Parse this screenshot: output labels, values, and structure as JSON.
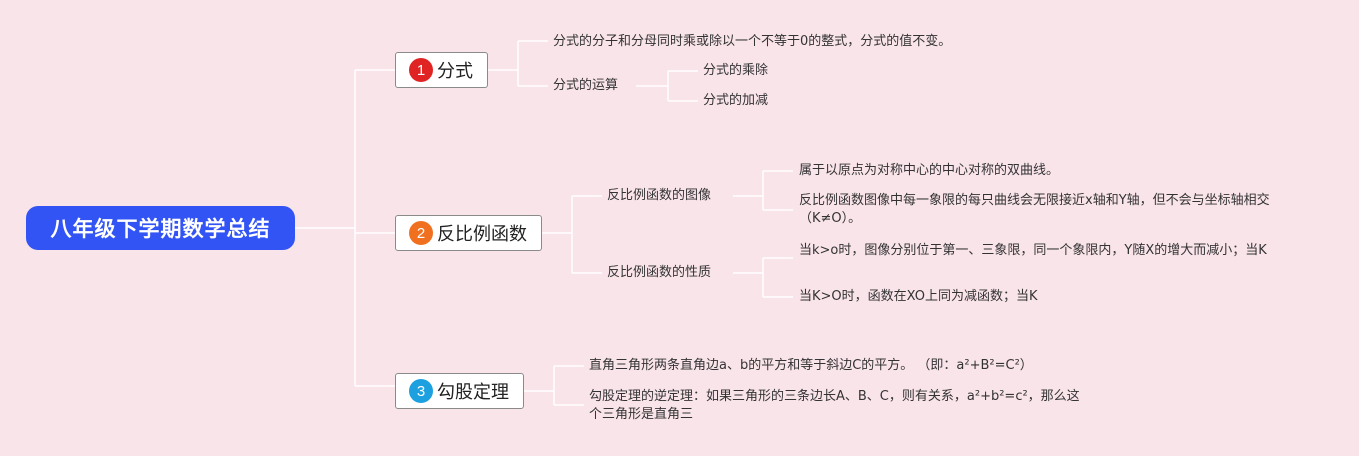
{
  "root": {
    "label": "八年级下学期数学总结"
  },
  "branches": [
    {
      "num": "1",
      "label": "分式",
      "color": "#e02424",
      "items": [
        {
          "text": "分式的分子和分母同时乘或除以一个不等于0的整式，分式的值不变。"
        },
        {
          "text": "分式的运算",
          "children": [
            "分式的乘除",
            "分式的加减"
          ]
        }
      ]
    },
    {
      "num": "2",
      "label": "反比例函数",
      "color": "#f07020",
      "items": [
        {
          "text": "反比例函数的图像",
          "children": [
            "属于以原点为对称中心的中心对称的双曲线。",
            "反比例函数图像中每一象限的每只曲线会无限接近x轴和Y轴，但不会与坐标轴相交（K≠O）。"
          ]
        },
        {
          "text": "反比例函数的性质",
          "children": [
            "当k>o时，图像分别位于第一、三象限，同一个象限内，Y随X的增大而减小；当K",
            "当K>O时，函数在XO上同为减函数；当K"
          ]
        }
      ]
    },
    {
      "num": "3",
      "label": "勾股定理",
      "color": "#1ca0e0",
      "items": [
        {
          "text": "直角三角形两条直角边a、b的平方和等于斜边C的平方。 （即：a²+B²=C²）"
        },
        {
          "text": "勾股定理的逆定理：如果三角形的三条边长A、B、C，则有关系，a²+b²=c²，那么这个三角形是直角三"
        }
      ]
    }
  ]
}
